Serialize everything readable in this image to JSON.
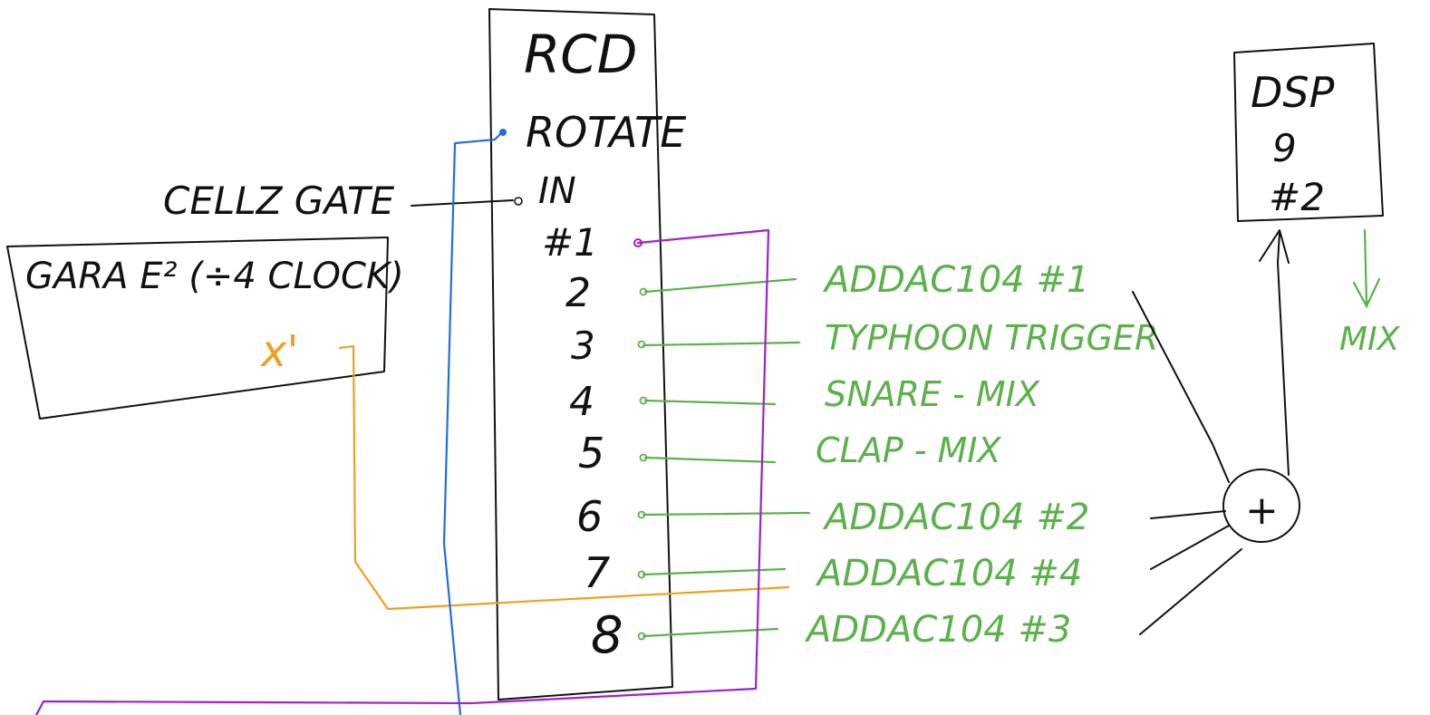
{
  "rcd": {
    "title": "RCD",
    "rotate_label": "ROTATE",
    "in_label": "IN",
    "outputs": [
      "#1",
      "2",
      "3",
      "4",
      "5",
      "6",
      "7",
      "8"
    ]
  },
  "gate_source": {
    "label": "CELLZ GATE"
  },
  "clock_module": {
    "label": "GARA E² (÷4 CLOCK)",
    "output_label": "x'"
  },
  "dsp": {
    "label_line1": "DSP",
    "label_line2": "9",
    "label_line3": "#2",
    "mix_label": "MIX"
  },
  "destinations": [
    "ADDAC104 #1",
    "TYPHOON TRIGGER",
    "SNARE - MIX",
    "CLAP - MIX",
    "ADDAC104 #2",
    "ADDAC104 #4",
    "ADDAC104 #3"
  ],
  "mixer": {
    "symbol": "+"
  },
  "colors": {
    "ink": "#111111",
    "green": "#5bb14a",
    "purple": "#a21ed0",
    "blue": "#1f6fe0",
    "orange": "#f0a01e"
  }
}
